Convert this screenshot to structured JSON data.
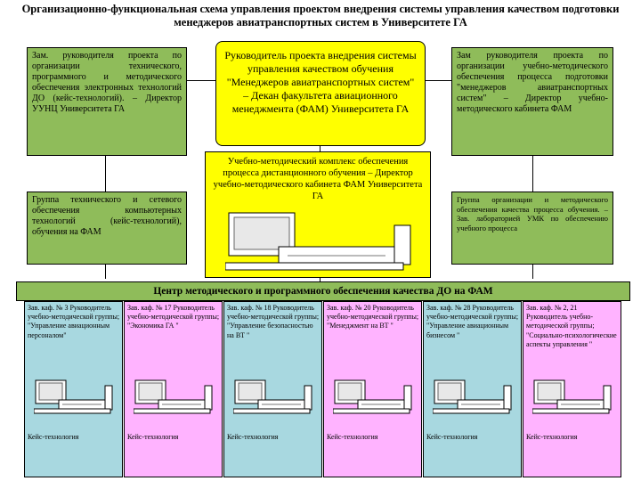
{
  "title": "Организационно-функциональная схема управления проектом внедрения системы управления качеством подготовки менеджеров авиатранспортных систем в Университете ГА",
  "boxes": {
    "deputy_tech": "Зам. руководителя проекта по организации технического, программного и методического обеспечения электронных технологий ДО (кейс-технологий). – Директор УУНЦ Университета ГА",
    "project_head": "Руководитель проекта внедрения системы управления качеством обучения \"Менеджеров авиатранспортных систем\" – Декан факультета авиационного менеджмента (ФАМ) Университета ГА",
    "deputy_edu": "Зам руководителя проекта по организации учебно-методического обеспечения процесса подготовки \"менеджеров авиатранспортных систем\" – Директор учебно-методического кабинета ФАМ",
    "umk": "Учебно-методический комплекс обеспечения процесса дистанционного обучения – Директор учебно-методического кабинета ФАМ Университета ГА",
    "tech_group": "Группа технического и сетевого обеспечения компьютерных технологий (кейс-технологий), обучения на ФАМ",
    "org_group": "Группа организации и методического обеспечения качества процесса обучения. – Зав. лабораторией УМК по обеспечению учебного процесса",
    "center": "Центр методического и программного обеспечения качества ДО на ФАМ"
  },
  "columns": [
    {
      "text": "Зав. каф. № 3 Руководитель учебно-методической группы; \"Управление авиационным персоналом\"",
      "footer": "Кейс-технология",
      "color": "#a8d8e0"
    },
    {
      "text": "Зав. каф. № 17 Руководитель учебно-методической группы; \"Экономика ГА \"",
      "footer": "Кейс-технология",
      "color": "#ffb3ff"
    },
    {
      "text": "Зав. каф. № 18 Руководитель учебно-методической группы; \"Управление безопасностью на ВТ \"",
      "footer": "Кейс-технология",
      "color": "#a8d8e0"
    },
    {
      "text": "Зав. каф. № 20 Руководитель учебно-методической группы; \"Менеджмент на ВТ \"",
      "footer": "Кейс-технология",
      "color": "#ffb3ff"
    },
    {
      "text": "Зав. каф. № 28 Руководитель учебно-методической группы; \"Управление авиационным бизнесом \"",
      "footer": "Кейс-технология",
      "color": "#a8d8e0"
    },
    {
      "text": "Зав. каф. № 2, 21 Руководитель учебно-методической группы; \"Социально-психологические аспекты управления \"",
      "footer": "Кейс-технология",
      "color": "#ffb3ff"
    }
  ],
  "icons": [
    "computer-icon"
  ]
}
